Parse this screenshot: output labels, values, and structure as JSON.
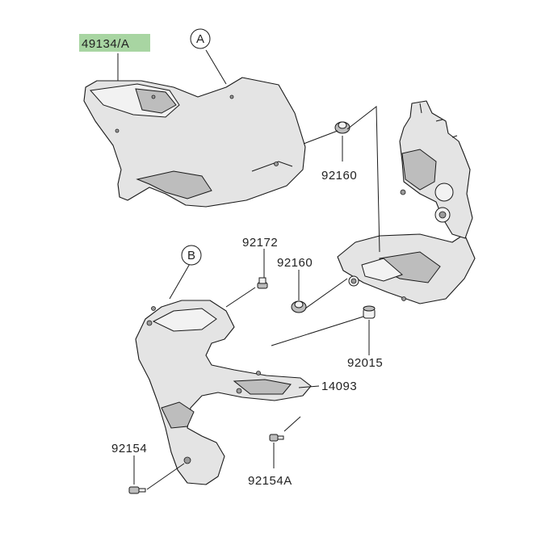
{
  "parts": {
    "cowl_left": {
      "number": "49134/A",
      "highlight_color": "#a8d5a2"
    },
    "grommet_upper": {
      "number": "92160"
    },
    "bolt_upper": {
      "number": "92172"
    },
    "grommet_lower": {
      "number": "92160"
    },
    "collar": {
      "number": "92015"
    },
    "cover_lower": {
      "number": "14093"
    },
    "screw_left": {
      "number": "92154"
    },
    "screw_right": {
      "number": "92154A"
    }
  },
  "callouts": {
    "a": "A",
    "b": "B"
  }
}
